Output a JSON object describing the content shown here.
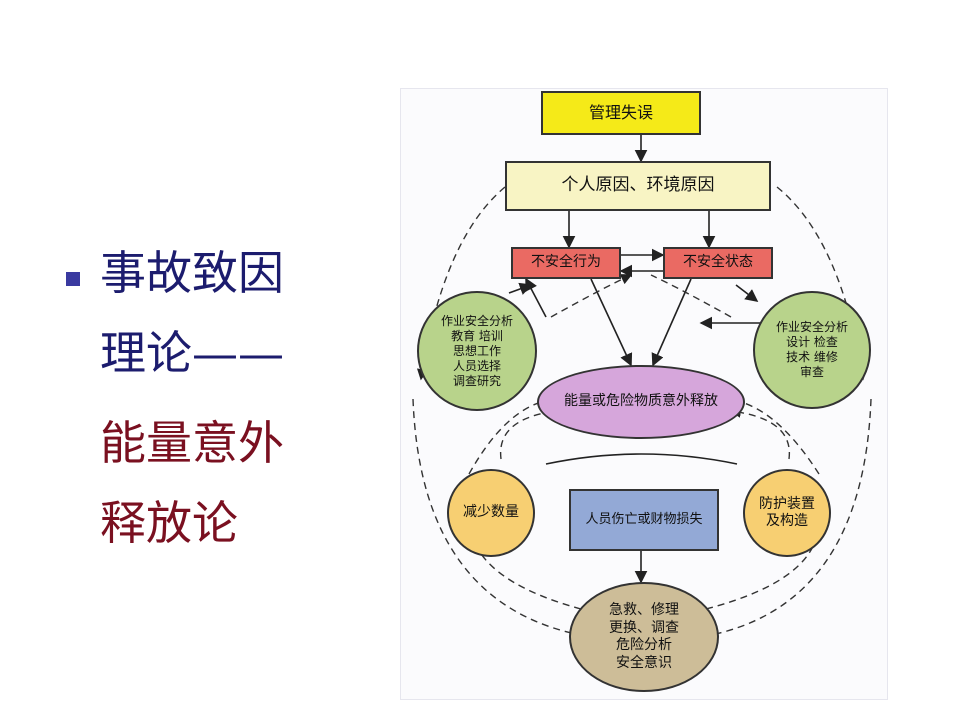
{
  "slide": {
    "bullet_line1": "事故致因",
    "bullet_line2": "理论——",
    "bullet_line3": "能量意外",
    "bullet_line4": "释放论"
  },
  "diagram": {
    "nodes": {
      "management_error": "管理失误",
      "personal_env_causes": "个人原因、环境原因",
      "unsafe_behavior": "不安全行为",
      "unsafe_state": "不安全状态",
      "left_measures": "作业安全分析\n教育 培训\n思想工作\n人员选择\n调查研究",
      "right_measures": "作业安全分析\n设计  检查\n技术  维修\n审查",
      "energy_release": "能量或危险物质意外释放",
      "reduce_quantity": "减少数量",
      "protective_device": "防护装置\n及构造",
      "injury_loss": "人员伤亡或财物损失",
      "first_aid": "急救、修理\n更换、调查\n危险分析\n安全意识"
    },
    "colors": {
      "yellow": "#f5ea18",
      "pale_yellow": "#f8f4c4",
      "red": "#ea6a63",
      "green": "#b8d38b",
      "purple": "#d6a6db",
      "orange": "#f7cf72",
      "blue": "#93a9d6",
      "tan": "#cdbd98"
    }
  }
}
